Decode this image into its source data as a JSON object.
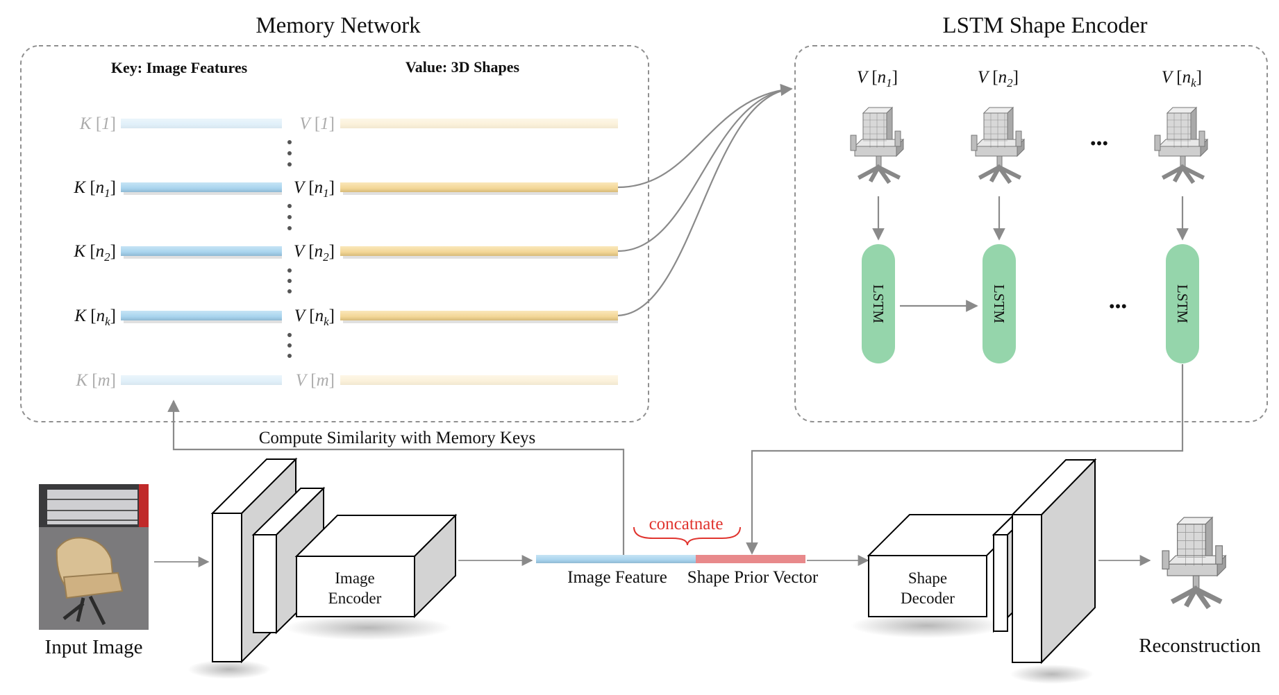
{
  "memory_network": {
    "title": "Memory Network",
    "key_header": "Key: Image Features",
    "value_header": "Value: 3D Shapes",
    "rows": [
      {
        "key": "K",
        "key_idx": "1",
        "value": "V",
        "value_idx": "1",
        "faded": true
      },
      {
        "key": "K",
        "key_idx": "n",
        "key_sub": "1",
        "value": "V",
        "value_idx": "n",
        "value_sub": "1",
        "faded": false
      },
      {
        "key": "K",
        "key_idx": "n",
        "key_sub": "2",
        "value": "V",
        "value_idx": "n",
        "value_sub": "2",
        "faded": false
      },
      {
        "key": "K",
        "key_idx": "n",
        "key_sub": "k",
        "value": "V",
        "value_idx": "n",
        "value_sub": "k",
        "faded": false
      },
      {
        "key": "K",
        "key_idx": "m",
        "value": "V",
        "value_idx": "m",
        "faded": true
      }
    ]
  },
  "lstm_encoder": {
    "title": "LSTM Shape Encoder",
    "inputs": [
      {
        "name": "V",
        "idx": "n",
        "sub": "1"
      },
      {
        "name": "V",
        "idx": "n",
        "sub": "2"
      },
      {
        "name": "V",
        "idx": "n",
        "sub": "k"
      }
    ],
    "cell_label": "LSTM",
    "ellipsis": "•••"
  },
  "pipeline": {
    "similarity_label": "Compute Similarity with Memory Keys",
    "input_label": "Input Image",
    "image_encoder_line1": "Image",
    "image_encoder_line2": "Encoder",
    "concat_label": "concatnate",
    "image_feature_label": "Image Feature",
    "shape_prior_label": "Shape Prior Vector",
    "shape_decoder_line1": "Shape",
    "shape_decoder_line2": "Decoder",
    "output_label": "Reconstruction"
  },
  "colors": {
    "key_bar": "#a9d4ee",
    "value_bar": "#f3d797",
    "lstm_cell": "#95d5ab",
    "shape_prior": "#e8898b",
    "concat": "#e0342e",
    "line": "#8a8a8a"
  }
}
